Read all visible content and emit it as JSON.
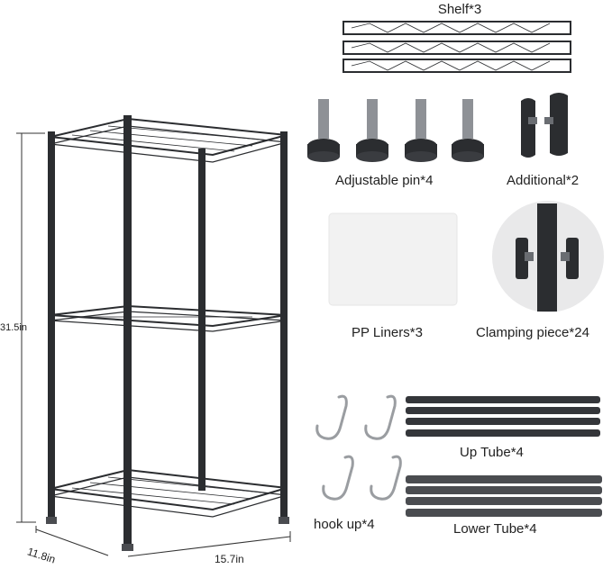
{
  "labels": {
    "shelf": "Shelf*3",
    "adjustable_pin": "Adjustable pin*4",
    "additional": "Additional*2",
    "pp_liners": "PP Liners*3",
    "clamping_piece": "Clamping piece*24",
    "up_tube": "Up Tube*4",
    "hook_up": "hook up*4",
    "lower_tube": "Lower Tube*4"
  },
  "dimensions": {
    "height": "31.5in",
    "depth": "11.8in",
    "width": "15.7in"
  },
  "colors": {
    "metal": "#2b2d30",
    "metal_light": "#6a6d72",
    "chrome": "#b9bcc0",
    "liner": "#f2f2f2"
  }
}
